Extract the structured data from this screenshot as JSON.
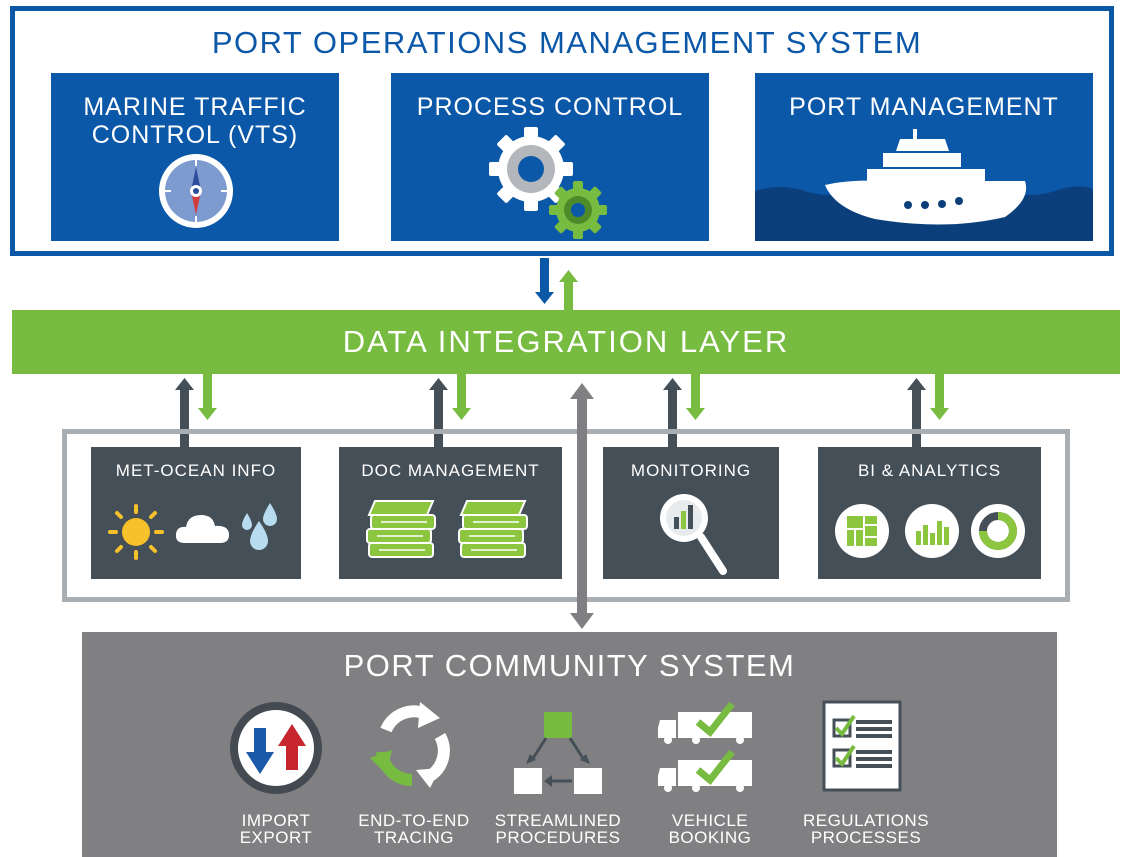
{
  "port_operations": {
    "title": "PORT OPERATIONS MANAGEMENT SYSTEM",
    "boxes": [
      {
        "label": "MARINE TRAFFIC\nCONTROL (VTS)",
        "icon": "compass-icon"
      },
      {
        "label": "PROCESS CONTROL",
        "icon": "gears-icon"
      },
      {
        "label": "PORT MANAGEMENT",
        "icon": "ship-icon"
      }
    ]
  },
  "data_integration": {
    "title": "DATA INTEGRATION LAYER"
  },
  "services": [
    {
      "label": "MET-OCEAN INFO",
      "icons": [
        "sun-icon",
        "cloud-icon",
        "raindrops-icon"
      ]
    },
    {
      "label": "DOC MANAGEMENT",
      "icons": [
        "books-icon",
        "books-icon"
      ]
    },
    {
      "label": "MONITORING",
      "icons": [
        "magnifier-chart-icon"
      ]
    },
    {
      "label": "BI & ANALYTICS",
      "icons": [
        "treemap-icon",
        "bar-chart-icon",
        "donut-chart-icon"
      ]
    }
  ],
  "port_community": {
    "title": "PORT COMMUNITY SYSTEM",
    "items": [
      {
        "label": "IMPORT\nEXPORT",
        "icon": "import-export-icon"
      },
      {
        "label": "END-TO-END\nTRACING",
        "icon": "cycle-arrows-icon"
      },
      {
        "label": "STREAMLINED\nPROCEDURES",
        "icon": "flowchart-icon"
      },
      {
        "label": "VEHICLE\nBOOKING",
        "icon": "trucks-check-icon"
      },
      {
        "label": "REGULATIONS\nPROCESSES",
        "icon": "checklist-icon"
      }
    ]
  },
  "colors": {
    "blue": "#0b57a8",
    "green": "#77bb41",
    "dark": "#454f58",
    "gray": "#808083",
    "frame": "#a9aeb2"
  }
}
